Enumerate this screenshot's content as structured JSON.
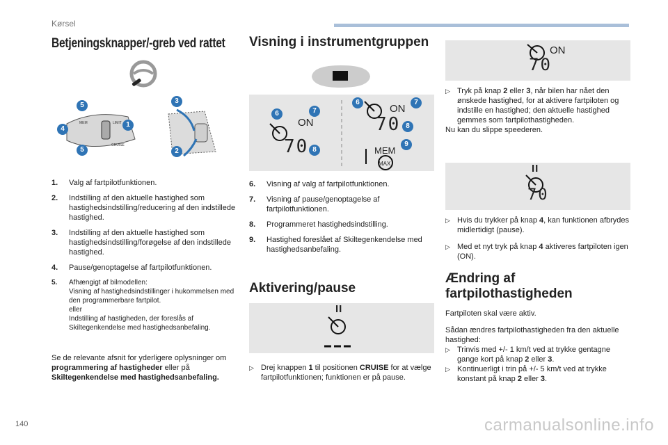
{
  "header": {
    "section": "Kørsel"
  },
  "page_number": "140",
  "watermark": "carmanualsonline.info",
  "col1": {
    "title": "Betjeningsknapper/-greb ved rattet",
    "items": [
      {
        "num": "1.",
        "text": "Valg af fartpilotfunktionen."
      },
      {
        "num": "2.",
        "text": "Indstilling af den aktuelle hastighed som hastighedsindstilling/reducering af den indstillede hastighed."
      },
      {
        "num": "3.",
        "text": "Indstilling af den aktuelle hastighed som hastighedsindstilling/forøgelse af den indstillede hastighed."
      },
      {
        "num": "4.",
        "text": "Pause/genoptagelse af fartpilotfunktionen."
      },
      {
        "num": "5.",
        "text": "Afhængigt af bilmodellen:\nVisning af hastighedsindstillinger i hukommelsen med den programmerbare fartpilot.\neller\nIndstilling af hastigheden, der foreslås af Skiltegenkendelse med hastighedsanbefaling."
      }
    ],
    "note_pre": "Se de relevante afsnit for yderligere oplysninger om ",
    "note_b1": "programmering af hastigheder",
    "note_mid": " eller på ",
    "note_b2": "Skiltegenkendelse med hastighedsanbefaling.",
    "fig_badges": [
      "5",
      "4",
      "5",
      "1",
      "3",
      "2"
    ],
    "lever_labels": {
      "mem": "MEM",
      "limit": "LIMIT",
      "cruise": "CRUISE"
    }
  },
  "col2": {
    "title": "Visning i instrumentgruppen",
    "panel": {
      "left": {
        "on": "ON",
        "speed": "70",
        "badges": [
          "6",
          "7",
          "8"
        ]
      },
      "right": {
        "on": "ON",
        "speed": "70",
        "mem": "MEM",
        "max": "MAX",
        "badges": [
          "6",
          "7",
          "8",
          "9"
        ]
      }
    },
    "items": [
      {
        "num": "6.",
        "text": "Visning af valg af fartpilotfunktionen."
      },
      {
        "num": "7.",
        "text": "Visning af pause/genoptagelse af fartpilotfunktionen."
      },
      {
        "num": "8.",
        "text": "Programmeret hastighedsindstilling."
      },
      {
        "num": "9.",
        "text": "Hastighed foreslået af Skiltegenkendelse med hastighedsanbefaling."
      }
    ],
    "title2": "Aktivering/pause",
    "pause_symbol": "II",
    "bullet_pre": "Drej knappen ",
    "bullet_b1": "1",
    "bullet_mid": " til positionen ",
    "bullet_b2": "CRUISE",
    "bullet_post": " for at vælge fartpilotfunktionen; funktionen er på pause."
  },
  "col3": {
    "top_display": {
      "on": "ON",
      "speed": "70"
    },
    "bullet1_pre": "Tryk på knap ",
    "bullet1_b1": "2",
    "bullet1_mid": " eller ",
    "bullet1_b2": "3",
    "bullet1_post": ", når bilen har nået den ønskede hastighed, for at aktivere fartpiloten og indstille en hastighed; den aktuelle hastighed gemmes som fartpilothastigheden.",
    "after_text": "Nu kan du slippe speederen.",
    "mid_display": {
      "pause": "II",
      "speed": "70"
    },
    "bullet2_pre": "Hvis du trykker på knap ",
    "bullet2_b": "4",
    "bullet2_post": ", kan funktionen afbrydes midlertidigt (pause).",
    "bullet3_pre": "Med et nyt tryk på knap ",
    "bullet3_b": "4",
    "bullet3_post": " aktiveres fartpiloten igen (ON).",
    "title": "Ændring af fartpilothastigheden",
    "p1": "Fartpiloten skal være aktiv.",
    "p2": "Sådan ændres fartpilothastigheden fra den aktuelle hastighed:",
    "b4_pre": "Trinvis med +/- 1 km/t ved at trykke gentagne gange kort på knap ",
    "b4_b1": "2",
    "b4_mid": " eller ",
    "b4_b2": "3",
    "b4_post": ".",
    "b5_pre": "Kontinuerligt i trin på +/- 5 km/t ved at trykke konstant på knap ",
    "b5_b1": "2",
    "b5_mid": " eller ",
    "b5_b2": "3",
    "b5_post": "."
  }
}
